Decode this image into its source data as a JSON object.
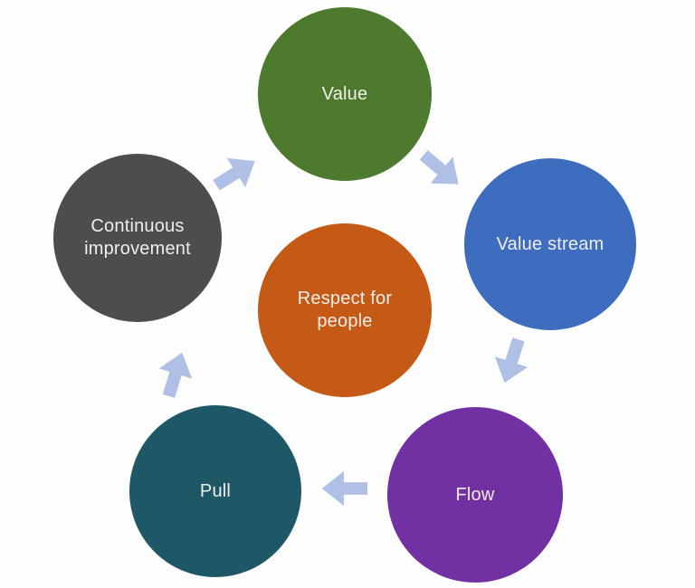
{
  "diagram": {
    "kind": "cycle",
    "background_color": "#fdfdfd",
    "label_text_color": "#f0eee8",
    "arrow_color": "#b0bfe5",
    "center": {
      "id": "respect-for-people",
      "label": "Respect for people",
      "color": "#c45a16"
    },
    "nodes": [
      {
        "id": "value",
        "label": "Value",
        "color": "#4d7a2e"
      },
      {
        "id": "value-stream",
        "label": "Value stream",
        "color": "#3e6dbf"
      },
      {
        "id": "flow",
        "label": "Flow",
        "color": "#7231a2"
      },
      {
        "id": "pull",
        "label": "Pull",
        "color": "#1e5866"
      },
      {
        "id": "continuous-improvement",
        "label": "Continuous improvement",
        "color": "#4d4d4d"
      }
    ],
    "arrows": [
      {
        "from": "Continuous improvement",
        "to": "Value"
      },
      {
        "from": "Value",
        "to": "Value stream"
      },
      {
        "from": "Value stream",
        "to": "Flow"
      },
      {
        "from": "Flow",
        "to": "Pull"
      },
      {
        "from": "Pull",
        "to": "Continuous improvement"
      }
    ]
  }
}
